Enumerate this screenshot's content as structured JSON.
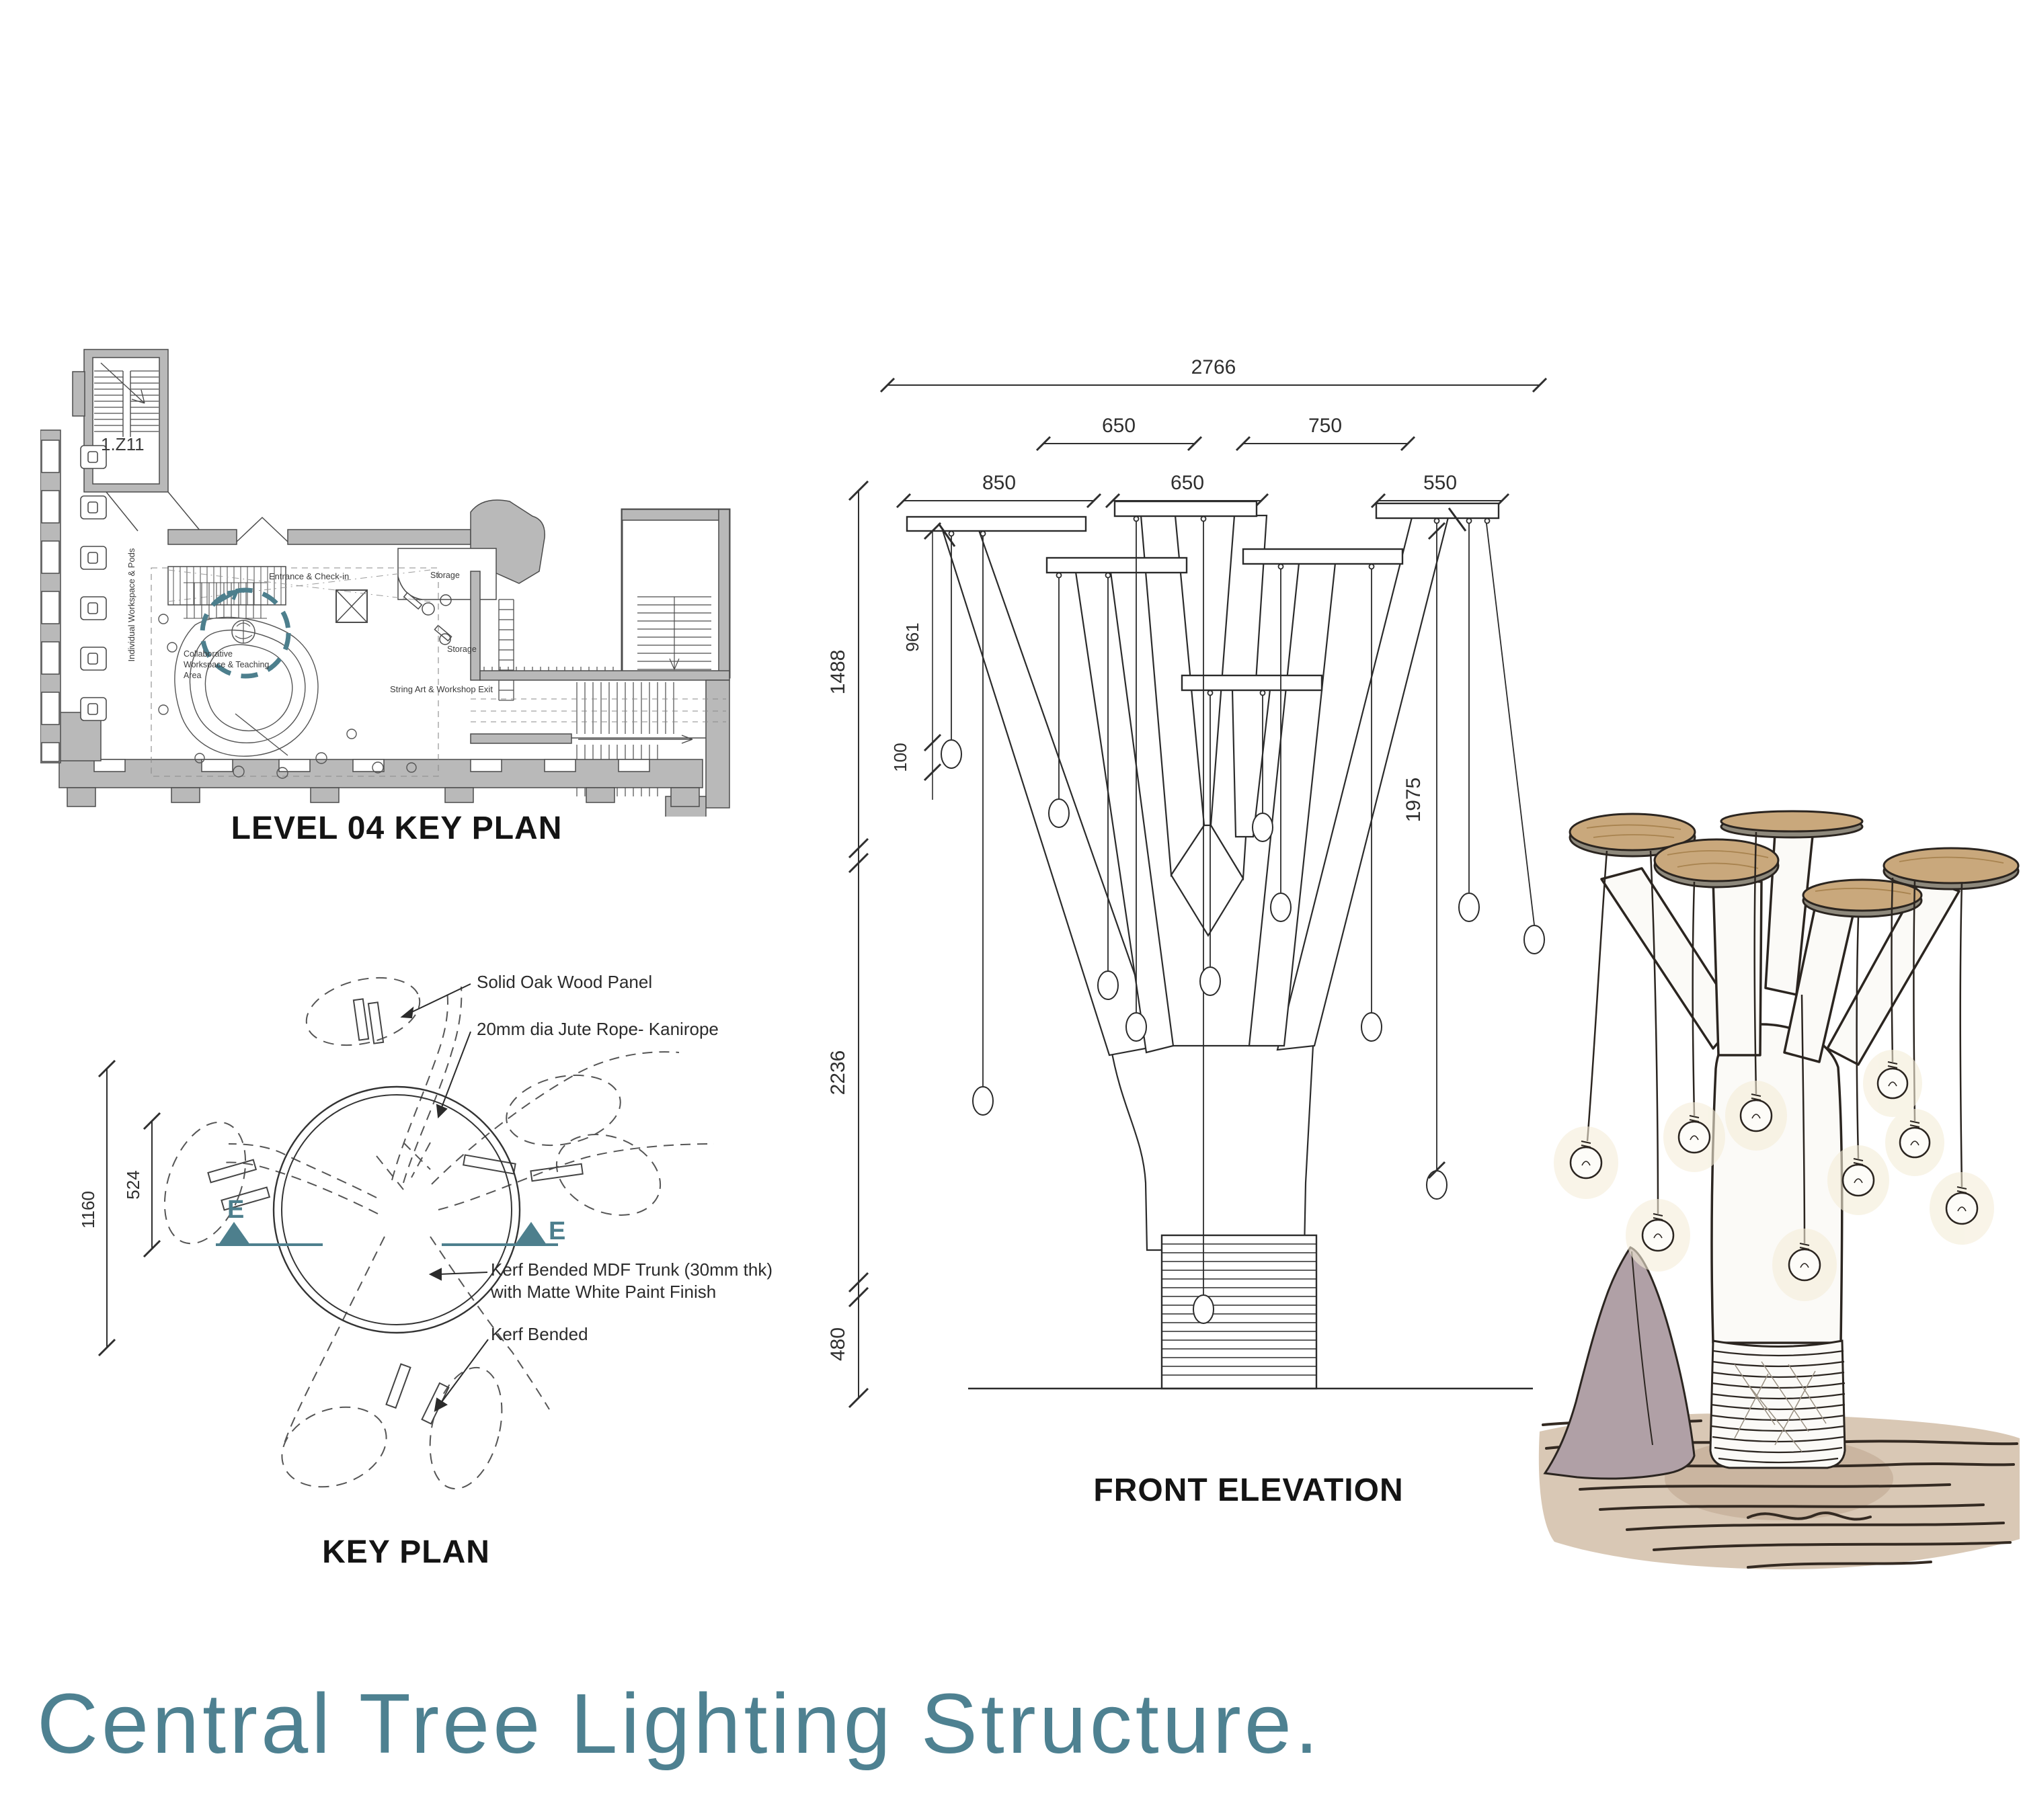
{
  "main_title": "Central Tree Lighting Structure.",
  "colors": {
    "accent_title_teal": "#4e8191",
    "marker_teal": "#4d7f8d",
    "wall_gray": "#b9b9b9",
    "line_dark": "#2b2b2b",
    "wood_tan": "#c9a87c",
    "wood_rim": "#8e897c",
    "floor_tan": "#d9c8b5",
    "figure_mauve": "#b0a0a6"
  },
  "floor_plan": {
    "title": "LEVEL 04 KEY PLAN",
    "stair_label": "1.Z11",
    "entrance_label": "Entrance & Check-in",
    "storage_label_1": "Storage",
    "storage_label_2": "Storage",
    "individual_label": "Individual Workspace & Pods",
    "collab_line_1": "Collaborative",
    "collab_line_2": "Workspace & Teaching",
    "collab_line_3": "Area",
    "string_art_label": "String Art & Workshop Exit"
  },
  "key_plan": {
    "title": "KEY PLAN",
    "dim_outer": "1160",
    "dim_inner": "524",
    "marker_letter_left": "E",
    "marker_letter_right": "E",
    "ann_panel": "Solid Oak Wood Panel",
    "ann_rope": "20mm dia Jute Rope- Kanirope",
    "ann_trunk_line_1": "Kerf Bended MDF Trunk (30mm thk)",
    "ann_trunk_line_2": "with Matte White Paint Finish",
    "ann_kerf": "Kerf Bended"
  },
  "elevation": {
    "title": "FRONT ELEVATION",
    "dim_total_width": "2766",
    "dim_upper_left": "650",
    "dim_upper_right": "750",
    "dim_plate_left": "850",
    "dim_plate_center": "650",
    "dim_plate_right": "550",
    "dim_height_top": "1488",
    "dim_height_mid": "2236",
    "dim_height_base": "480",
    "dim_drop_left": "961",
    "dim_drop_gap": "100",
    "dim_drop_right": "1975"
  }
}
